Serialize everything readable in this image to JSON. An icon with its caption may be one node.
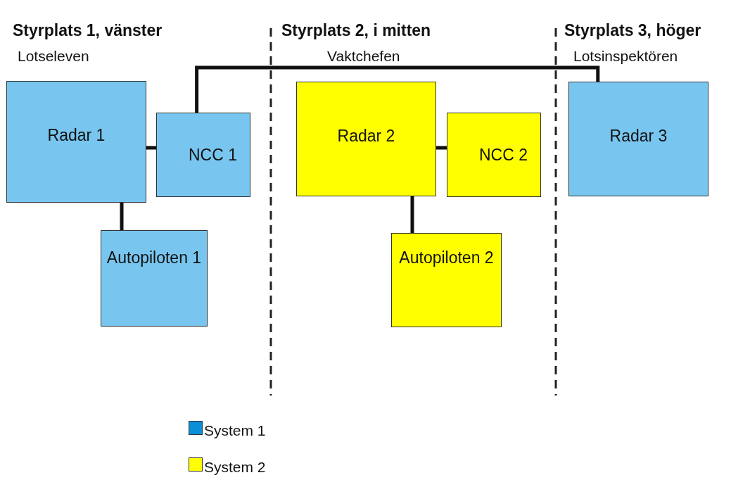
{
  "diagram": {
    "nodes": [
      {
        "text": [
          "Radar 1"
        ]
      },
      {
        "text": [
          "NCC 1"
        ]
      },
      {
        "text": [
          "Autopiloten 1"
        ]
      },
      {
        "text": [
          "Radar 2"
        ]
      },
      {
        "text": [
          "NCC 2"
        ]
      },
      {
        "text": [
          "Autopiloten 2"
        ]
      },
      {
        "text": [
          "Radar 3"
        ]
      }
    ],
    "edges": [
      {
        "from": 0,
        "to": 1,
        "arrow": "none"
      },
      {
        "from": 0,
        "to": 2,
        "arrow": "none"
      },
      {
        "from": 1,
        "to": 6,
        "arrow": "none"
      },
      {
        "from": 3,
        "to": 4,
        "arrow": "none"
      },
      {
        "from": 3,
        "to": 5,
        "arrow": "none"
      }
    ],
    "labels": [
      "Styrplats 1, vänster",
      "Styrplats 2, i mitten",
      "Styrplats 3, höger",
      "Lotseleven",
      "Vaktchefen",
      "Lotsinspektören"
    ],
    "legend": [
      {
        "text": "System 1",
        "color": "#0a8fd8"
      },
      {
        "text": "System 2",
        "color": "#ffff00"
      }
    ]
  }
}
